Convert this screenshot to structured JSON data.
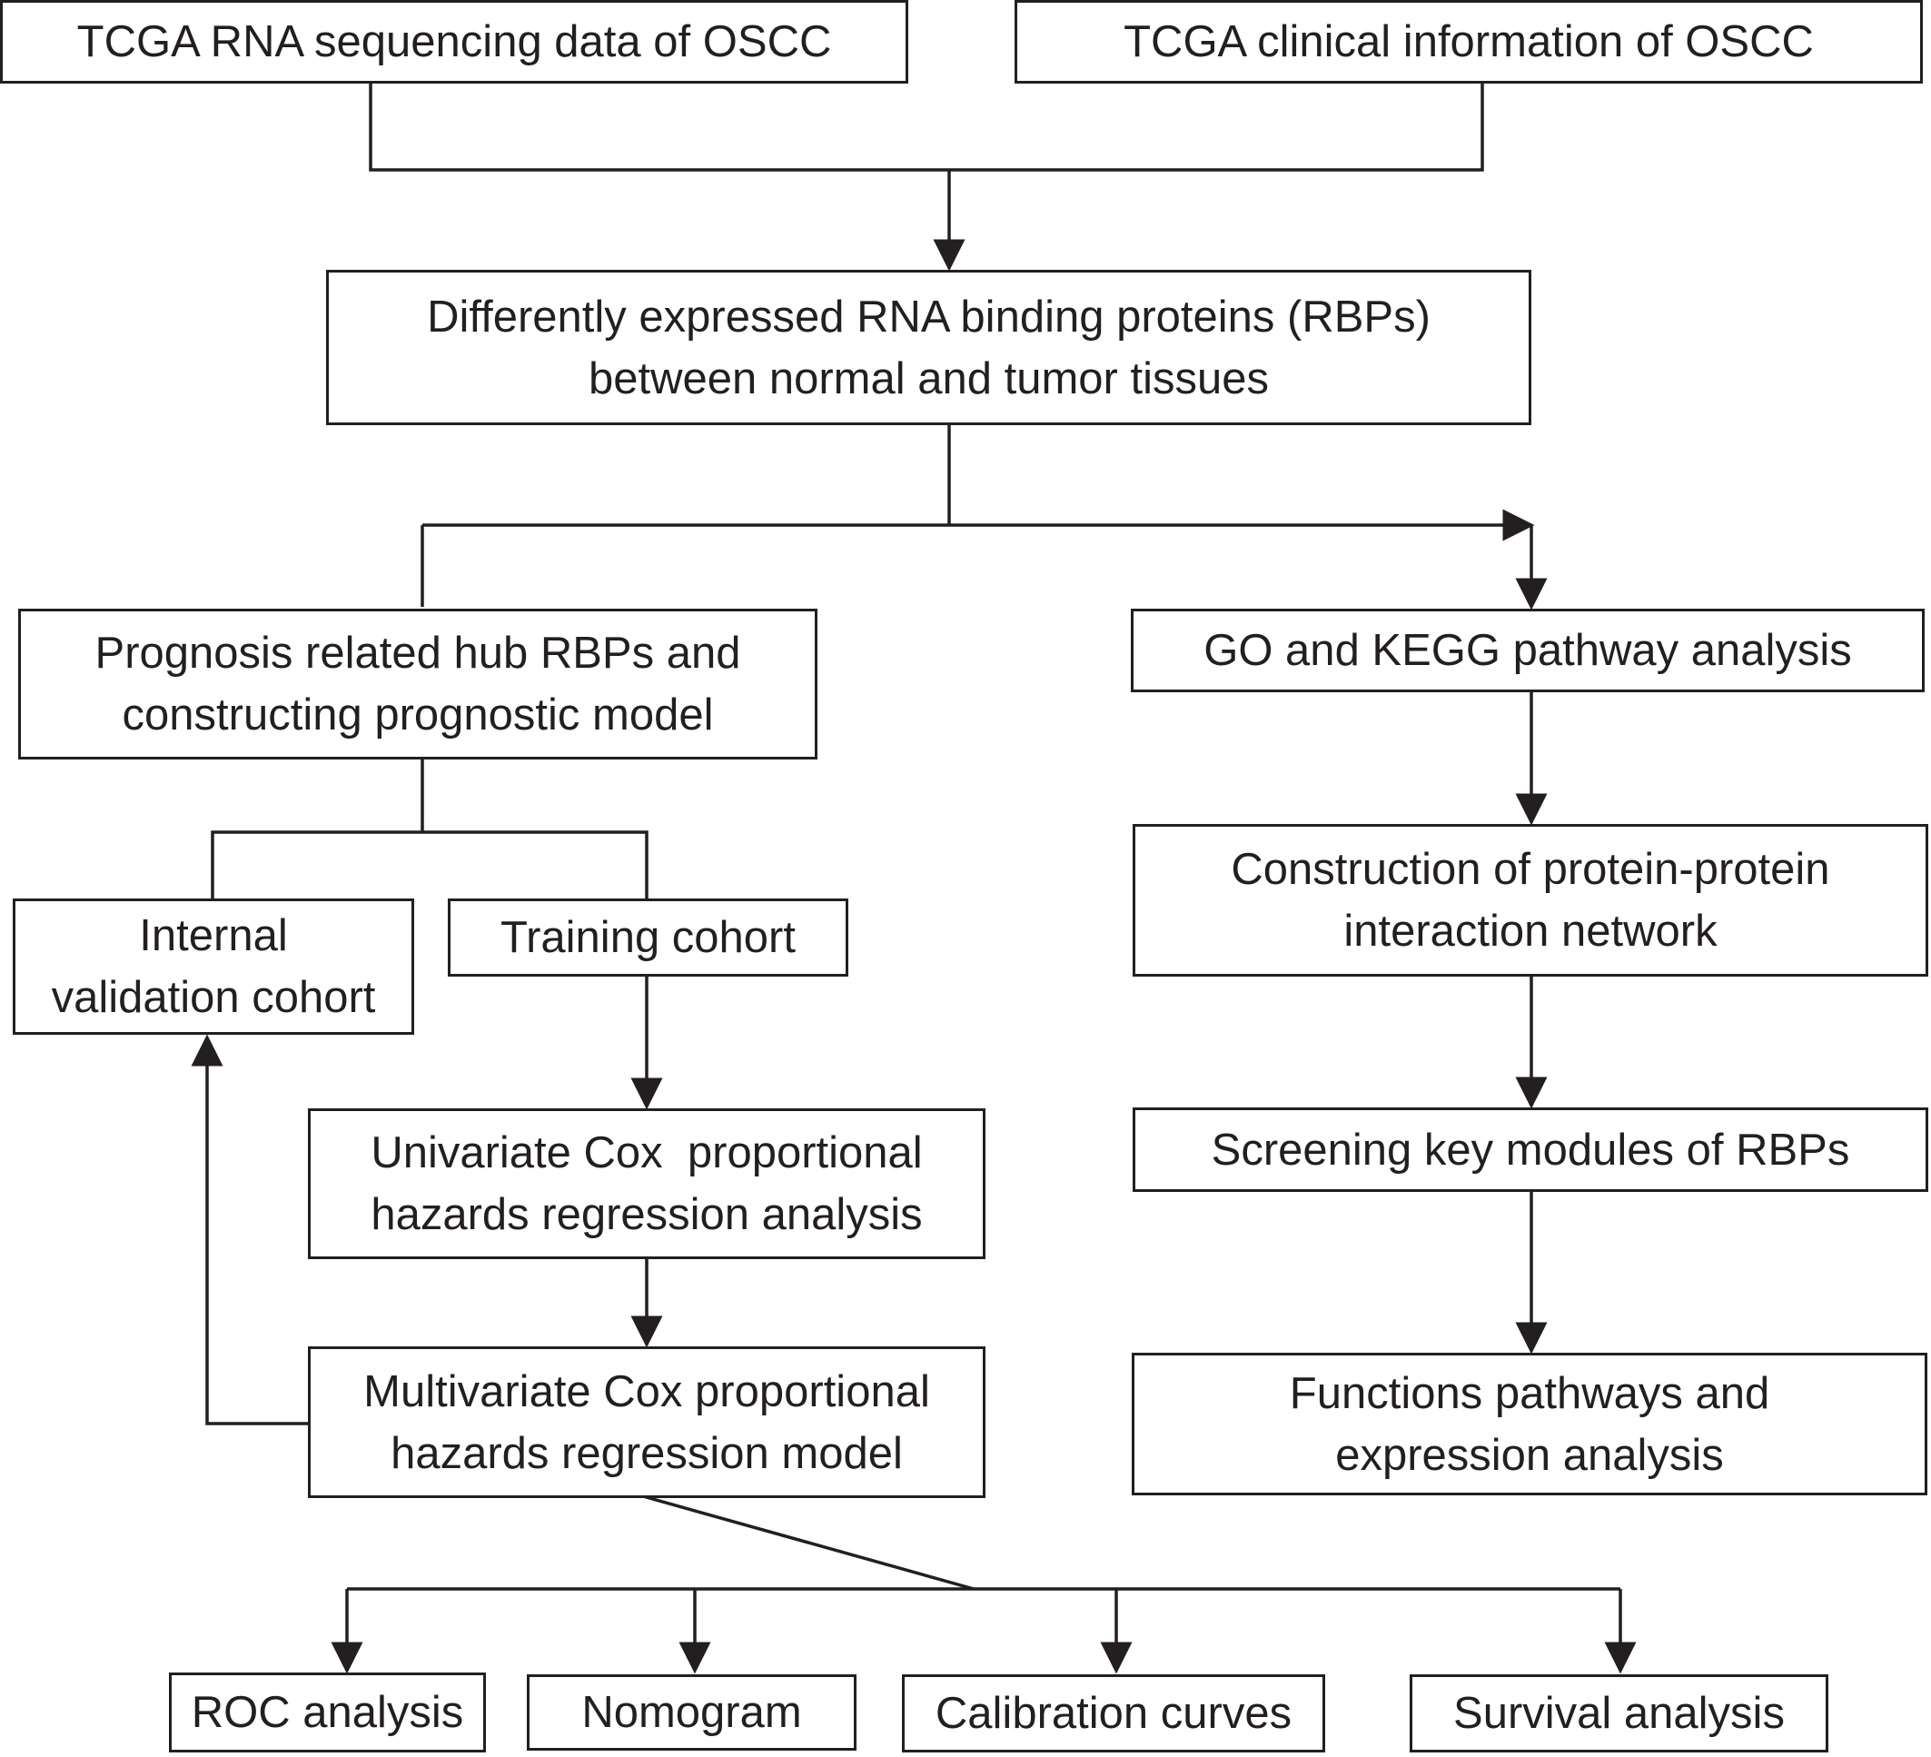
{
  "diagram": {
    "boxes": {
      "rna_seq": {
        "lines": [
          "TCGA RNA sequencing data of OSCC"
        ]
      },
      "clinical": {
        "lines": [
          "TCGA clinical information of OSCC"
        ]
      },
      "diff_rbps": {
        "lines": [
          "Differently expressed RNA binding proteins (RBPs)",
          "between normal and tumor tissues"
        ]
      },
      "prognosis": {
        "lines": [
          "Prognosis related hub RBPs and",
          "constructing prognostic model"
        ]
      },
      "go_kegg": {
        "lines": [
          "GO and KEGG pathway analysis"
        ]
      },
      "internal_validation": {
        "lines": [
          "Internal",
          "validation cohort"
        ]
      },
      "training": {
        "lines": [
          "Training cohort"
        ]
      },
      "ppi": {
        "lines": [
          "Construction of protein-protein",
          "interaction network"
        ]
      },
      "univariate": {
        "lines": [
          "Univariate Cox  proportional",
          "hazards regression analysis"
        ]
      },
      "screening": {
        "lines": [
          "Screening key modules of RBPs"
        ]
      },
      "multivariate": {
        "lines": [
          "Multivariate Cox proportional",
          "hazards regression model"
        ]
      },
      "functions": {
        "lines": [
          "Functions pathways and",
          "expression analysis"
        ]
      },
      "roc": {
        "lines": [
          "ROC analysis"
        ]
      },
      "nomogram": {
        "lines": [
          "Nomogram"
        ]
      },
      "calibration": {
        "lines": [
          "Calibration curves"
        ]
      },
      "survival": {
        "lines": [
          "Survival analysis"
        ]
      }
    },
    "colors": {
      "stroke": "#231f20",
      "background": "#ffffff"
    }
  }
}
